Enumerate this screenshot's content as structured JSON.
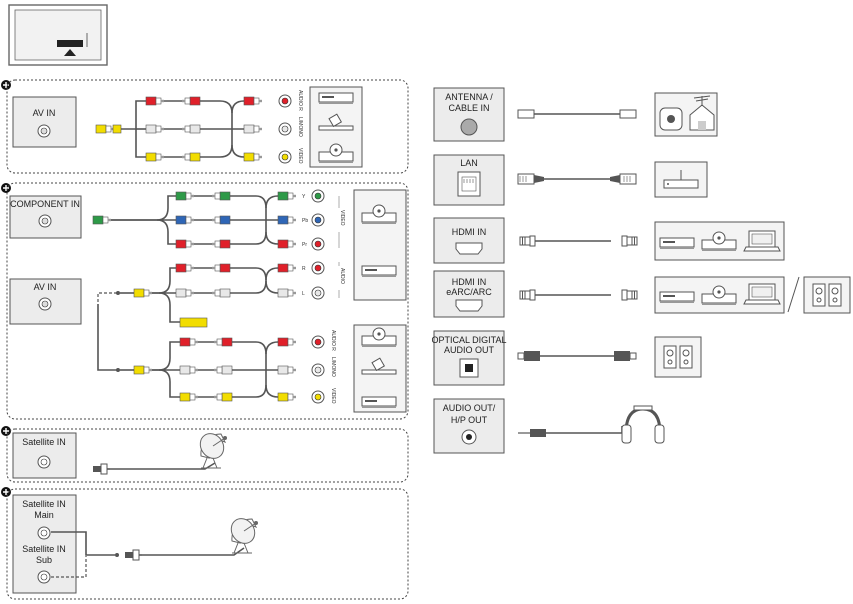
{
  "groups": {
    "av_in_top": {
      "label": "AV IN"
    },
    "component": {
      "label": "COMPONENT IN",
      "video_side_label": "VIDEO",
      "audio_side_label": "AUDIO",
      "jacks": [
        "Y",
        "Pb",
        "Pr",
        "R",
        "L"
      ]
    },
    "av_in_mid": {
      "label": "AV IN"
    },
    "satellite_1": {
      "label": "Satellite IN"
    },
    "satellite_2": {
      "label_main_1": "Satellite IN",
      "label_main_2": "Main",
      "label_sub_1": "Satellite IN",
      "label_sub_2": "Sub"
    }
  },
  "side_labels": {
    "audio_r": "AUDIO R",
    "lmono": "L/MONO",
    "video": "VIDEO"
  },
  "ports": {
    "antenna": {
      "line1": "ANTENNA /",
      "line2": "CABLE IN"
    },
    "lan": {
      "line1": "LAN"
    },
    "hdmi": {
      "line1": "HDMI IN"
    },
    "hdmi_earc": {
      "line1": "HDMI IN",
      "line2": "eARC/ARC"
    },
    "optical": {
      "line1": "OPTICAL DIGITAL",
      "line2": "AUDIO OUT"
    },
    "audio_out": {
      "line1": "AUDIO OUT/",
      "line2": "H/P OUT"
    }
  },
  "colors": {
    "red": "#e0202a",
    "white": "#e8e8e8",
    "yellow": "#f2dd00",
    "green": "#2e9a48",
    "blue": "#2f66b6",
    "cable": "#555555"
  }
}
